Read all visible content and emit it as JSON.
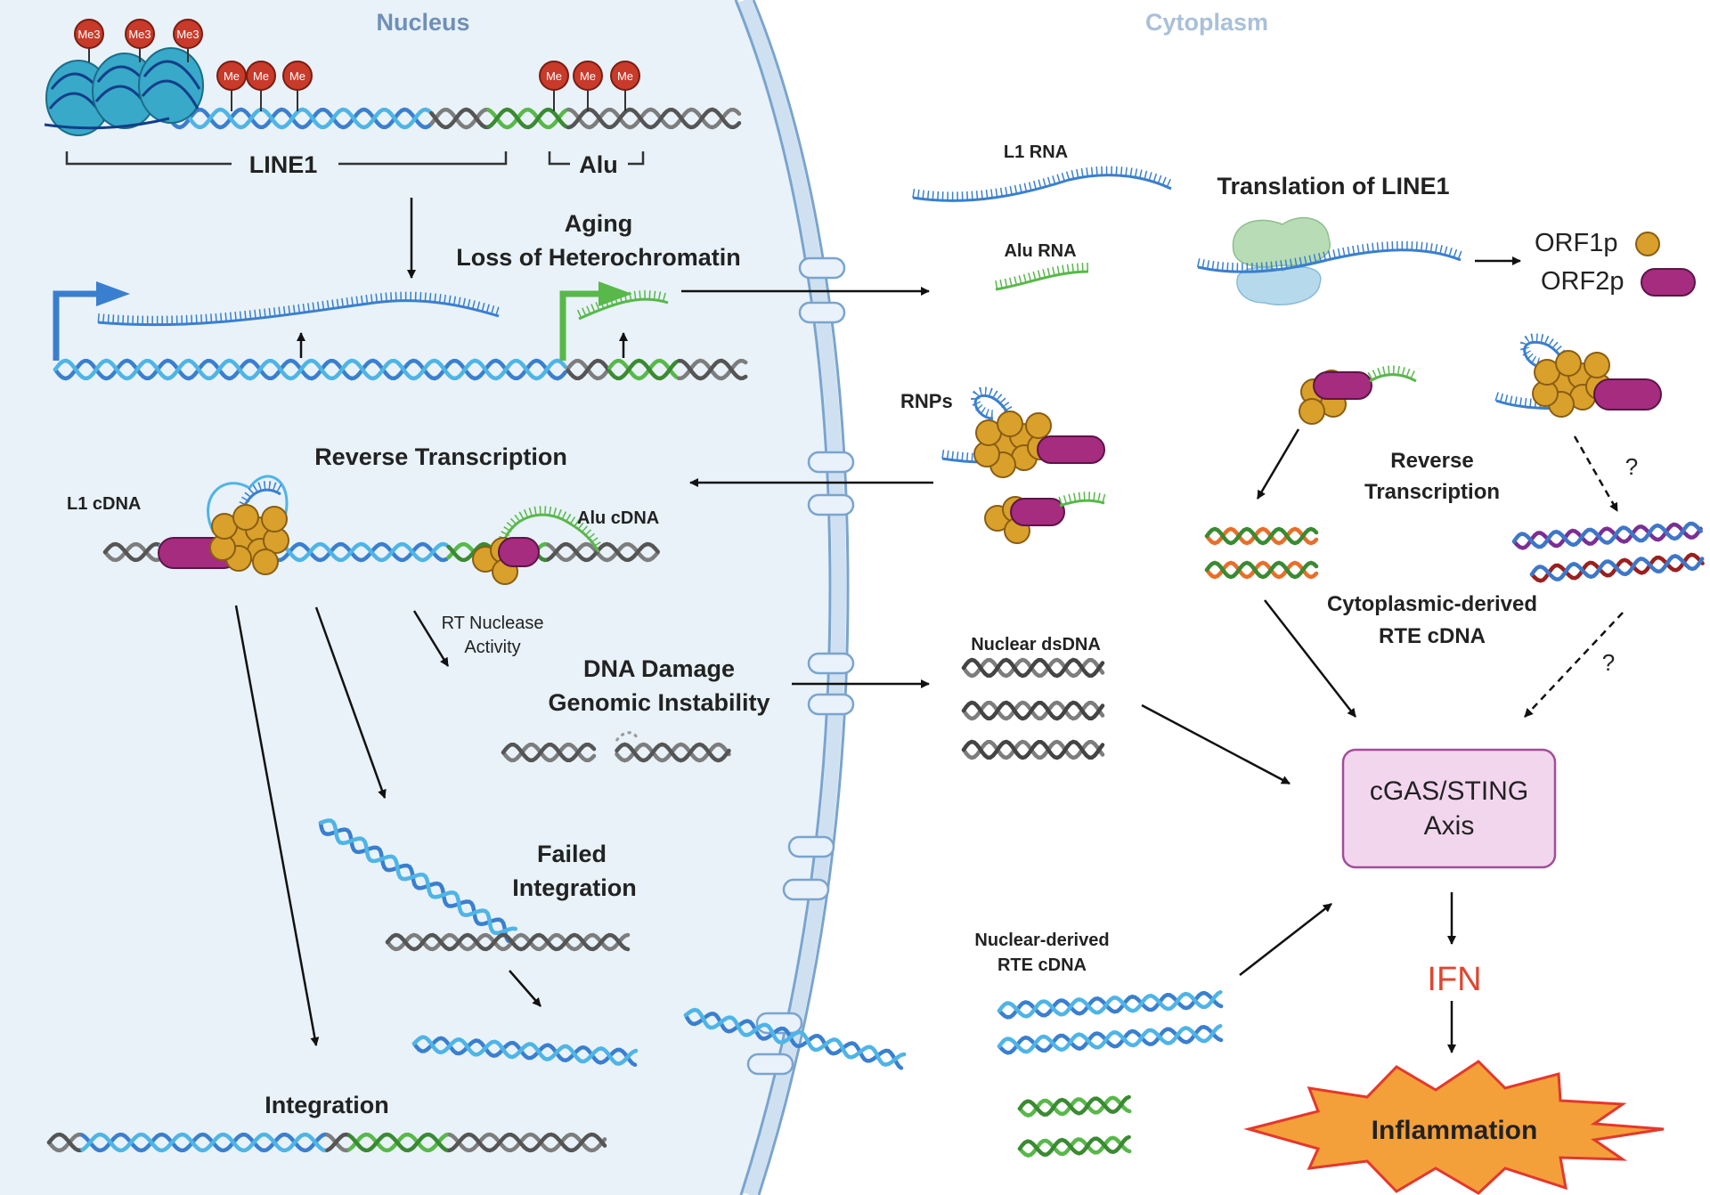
{
  "regions": {
    "nucleus": "Nucleus",
    "cytoplasm": "Cytoplasm"
  },
  "marks": {
    "me3": "Me3",
    "me": "Me"
  },
  "elements": {
    "line1": "LINE1",
    "alu": "Alu"
  },
  "nucleus": {
    "aging": "Aging",
    "loss_heterochromatin": "Loss of Heterochromatin",
    "reverse_transcription": "Reverse Transcription",
    "l1_cdna": "L1 cDNA",
    "alu_cdna": "Alu cDNA",
    "rt_nuclease_1": "RT Nuclease",
    "rt_nuclease_2": "Activity",
    "dna_damage": "DNA Damage",
    "genomic_instability": "Genomic Instability",
    "failed_1": "Failed",
    "failed_2": "Integration",
    "integration": "Integration"
  },
  "cytoplasm": {
    "l1_rna": "L1 RNA",
    "alu_rna": "Alu RNA",
    "translation": "Translation of LINE1",
    "orf1p": "ORF1p",
    "orf2p": "ORF2p",
    "rnps": "RNPs",
    "rt_1": "Reverse",
    "rt_2": "Transcription",
    "question": "?",
    "cyto_rte_1": "Cytoplasmic-derived",
    "cyto_rte_2": "RTE cDNA",
    "nuclear_dsdna": "Nuclear dsDNA",
    "nuc_rte_1": "Nuclear-derived",
    "nuc_rte_2": "RTE cDNA",
    "cgas_1": "cGAS/STING",
    "cgas_2": "Axis",
    "ifn": "IFN",
    "inflammation": "Inflammation"
  },
  "colors": {
    "nucleus_bg": "#e8f2f8",
    "membrane": "#b9d3ea",
    "membrane_edge": "#7aa4cf",
    "l1_blue": "#3a7fcf",
    "l1_light": "#4fb4e6",
    "alu_green": "#58b84a",
    "grey_dna": "#7d7d7d",
    "methyl_red": "#c83a2a",
    "orf1p_gold": "#d9a12b",
    "orf2p_magenta": "#a52c7f",
    "ribosome_green": "#b7dcb6",
    "ribosome_blue": "#b6d9ec",
    "cgas_fill": "#f2d6ee",
    "cgas_edge": "#a24d9a",
    "ifn_red": "#e0452f",
    "inflammation_fill": "#f3a03a",
    "inflammation_edge": "#e5372c"
  }
}
